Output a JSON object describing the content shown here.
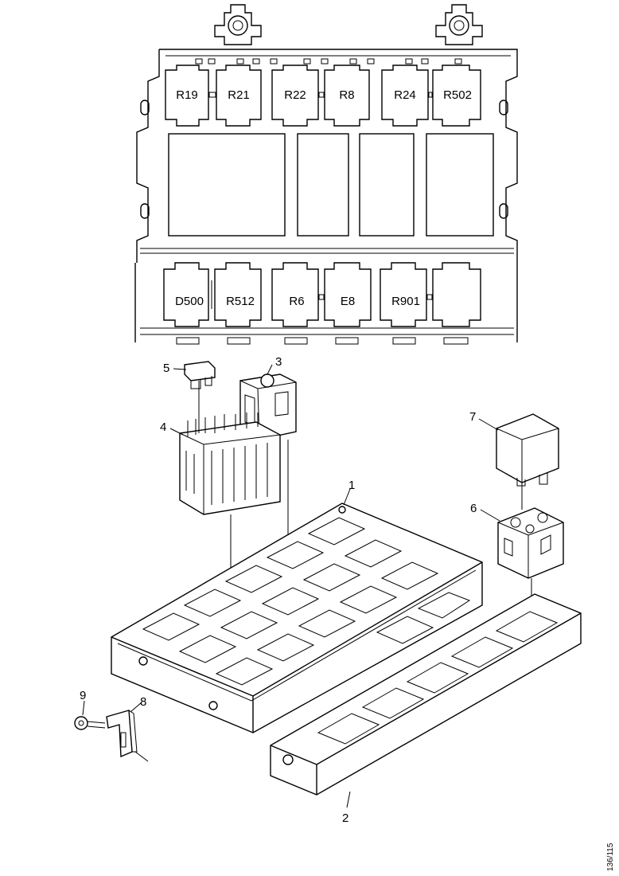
{
  "top_panel": {
    "upper_row_labels": [
      "R19",
      "R21",
      "R22",
      "R8",
      "R24",
      "R502"
    ],
    "lower_row_labels": [
      "D500",
      "R512",
      "R6",
      "E8",
      "R901",
      ""
    ]
  },
  "callouts": {
    "c1": "1",
    "c2": "2",
    "c3": "3",
    "c4": "4",
    "c5": "5",
    "c6": "6",
    "c7": "7",
    "c8": "8",
    "c9": "9"
  },
  "reference_code": "136/115",
  "colors": {
    "line": "#000000",
    "background": "#ffffff"
  }
}
